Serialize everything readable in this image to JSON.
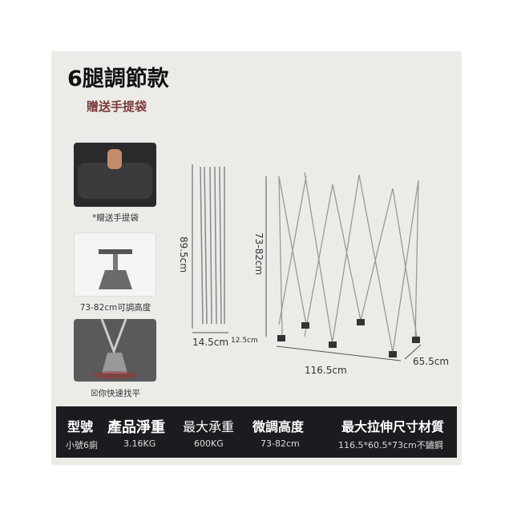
{
  "title": "6腿調節款",
  "gift": "贈送手提袋",
  "thumbs": [
    {
      "caption": "*贈送手提袋"
    },
    {
      "caption": "73-82cm可調高度"
    },
    {
      "caption": "☒你快速找平"
    }
  ],
  "dimensions": {
    "folded_height": "89.5cm",
    "folded_width": "14.5cm",
    "folded_depth": "12.5cm",
    "open_height": "73-82cm",
    "open_length": "116.5cm",
    "open_depth": "65.5cm"
  },
  "specs": {
    "headers": [
      "型號",
      "產品淨重",
      "最大承重",
      "微調高度",
      "最大拉伸尺寸材質"
    ],
    "values": [
      "小號6廁",
      "3.16KG",
      "600KG",
      "73-82cm",
      "116.5*60.5*73cm不鏽鋼"
    ]
  }
}
